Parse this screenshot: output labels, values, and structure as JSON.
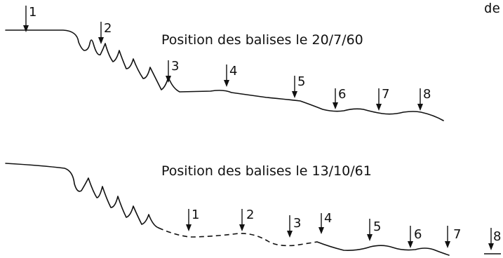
{
  "corner_text": "de",
  "panels": [
    {
      "caption": "Position des balises le 20/7/60",
      "markers": [
        "1",
        "2",
        "3",
        "4",
        "5",
        "6",
        "7",
        "8"
      ]
    },
    {
      "caption": "Position des balises le 13/10/61",
      "markers": [
        "1",
        "2",
        "3",
        "4",
        "5",
        "6",
        "7",
        "8"
      ]
    }
  ]
}
